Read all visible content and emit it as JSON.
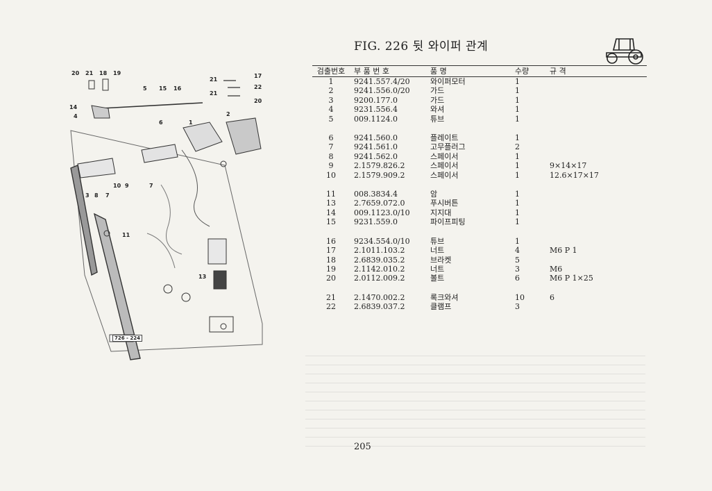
{
  "header": {
    "title": "FIG. 226 뒷 와이퍼 관계"
  },
  "figure": {
    "ref_code": "726 - 224",
    "callouts": [
      "20",
      "21",
      "18",
      "19",
      "5",
      "15",
      "16",
      "21",
      "17",
      "22",
      "21",
      "20",
      "14",
      "4",
      "2",
      "6",
      "1",
      "3",
      "8",
      "7",
      "10",
      "9",
      "7",
      "11",
      "13"
    ]
  },
  "table": {
    "headers": {
      "index": "검출번호",
      "part_no": "부 품 번 호",
      "name": "품 명",
      "qty": "수량",
      "spec": "규 격"
    },
    "groups": [
      [
        {
          "index": "1",
          "part_no": "9241.557.4/20",
          "name": "와이퍼모터",
          "qty": "1",
          "spec": ""
        },
        {
          "index": "2",
          "part_no": "9241.556.0/20",
          "name": "가드",
          "qty": "1",
          "spec": ""
        },
        {
          "index": "3",
          "part_no": "9200.177.0",
          "name": "가드",
          "qty": "1",
          "spec": ""
        },
        {
          "index": "4",
          "part_no": "9231.556.4",
          "name": "와셔",
          "qty": "1",
          "spec": ""
        },
        {
          "index": "5",
          "part_no": "009.1124.0",
          "name": "튜브",
          "qty": "1",
          "spec": ""
        }
      ],
      [
        {
          "index": "6",
          "part_no": "9241.560.0",
          "name": "플레이트",
          "qty": "1",
          "spec": ""
        },
        {
          "index": "7",
          "part_no": "9241.561.0",
          "name": "고무플러그",
          "qty": "2",
          "spec": ""
        },
        {
          "index": "8",
          "part_no": "9241.562.0",
          "name": "스페이서",
          "qty": "1",
          "spec": ""
        },
        {
          "index": "9",
          "part_no": "2.1579.826.2",
          "name": "스페이서",
          "qty": "1",
          "spec": "9×14×17"
        },
        {
          "index": "10",
          "part_no": "2.1579.909.2",
          "name": "스페이서",
          "qty": "1",
          "spec": "12.6×17×17"
        }
      ],
      [
        {
          "index": "11",
          "part_no": "008.3834.4",
          "name": "암",
          "qty": "1",
          "spec": ""
        },
        {
          "index": "13",
          "part_no": "2.7659.072.0",
          "name": "푸시버튼",
          "qty": "1",
          "spec": ""
        },
        {
          "index": "14",
          "part_no": "009.1123.0/10",
          "name": "지지대",
          "qty": "1",
          "spec": ""
        },
        {
          "index": "15",
          "part_no": "9231.559.0",
          "name": "파이프피팅",
          "qty": "1",
          "spec": ""
        }
      ],
      [
        {
          "index": "16",
          "part_no": "9234.554.0/10",
          "name": "튜브",
          "qty": "1",
          "spec": ""
        },
        {
          "index": "17",
          "part_no": "2.1011.103.2",
          "name": "너트",
          "qty": "4",
          "spec": "M6 P 1"
        },
        {
          "index": "18",
          "part_no": "2.6839.035.2",
          "name": "브라켓",
          "qty": "5",
          "spec": ""
        },
        {
          "index": "19",
          "part_no": "2.1142.010.2",
          "name": "너트",
          "qty": "3",
          "spec": "M6"
        },
        {
          "index": "20",
          "part_no": "2.0112.009.2",
          "name": "볼트",
          "qty": "6",
          "spec": "M6 P 1×25"
        }
      ],
      [
        {
          "index": "21",
          "part_no": "2.1470.002.2",
          "name": "록크와셔",
          "qty": "10",
          "spec": "6"
        },
        {
          "index": "22",
          "part_no": "2.6839.037.2",
          "name": "클램프",
          "qty": "3",
          "spec": ""
        }
      ]
    ]
  },
  "footer": {
    "page_number": "205"
  }
}
